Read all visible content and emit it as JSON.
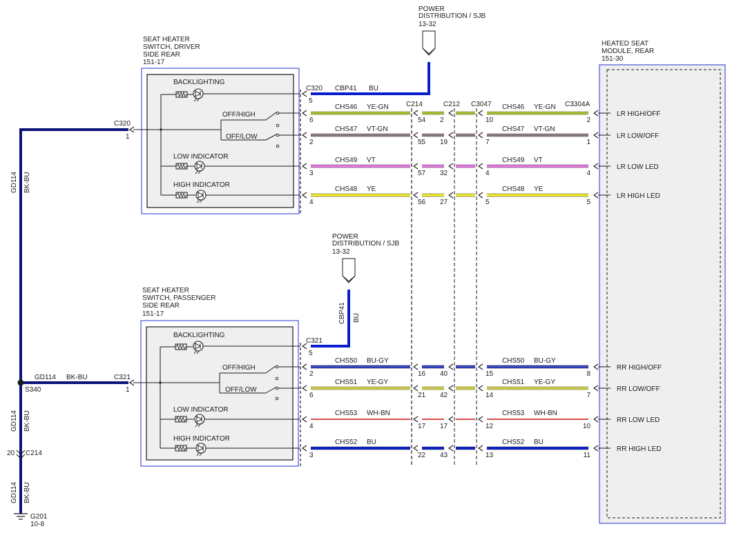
{
  "power_top": {
    "line1": "POWER",
    "line2": "DISTRIBUTION / SJB",
    "ref": "13-32"
  },
  "power_mid": {
    "line1": "POWER",
    "line2": "DISTRIBUTION / SJB",
    "ref": "13-32"
  },
  "module": {
    "line1": "HEATED SEAT",
    "line2": "MODULE, REAR",
    "ref": "151-30"
  },
  "driver_switch": {
    "line1": "SEAT HEATER",
    "line2": "SWITCH, DRIVER",
    "line3": "SIDE REAR",
    "ref": "151-17",
    "backlighting": "BACKLIGHTING",
    "off_high": "OFF/HIGH",
    "off_low": "OFF/LOW",
    "low_indicator": "LOW INDICATOR",
    "high_indicator": "HIGH INDICATOR"
  },
  "passenger_switch": {
    "line1": "SEAT HEATER",
    "line2": "SWITCH, PASSENGER",
    "line3": "SIDE REAR",
    "ref": "151-17",
    "backlighting": "BACKLIGHTING",
    "off_high": "OFF/HIGH",
    "off_low": "OFF/LOW",
    "low_indicator": "LOW INDICATOR",
    "high_indicator": "HIGH INDICATOR"
  },
  "ground": {
    "circuit": "GD114",
    "color": "BK-BU",
    "c320": "C320",
    "c320_pin": "1",
    "c321": "C321",
    "c321_pin": "1",
    "splice": "S340",
    "c214": "C214",
    "c214_pin": "20",
    "g201": "G201",
    "g201_ref": "10-8"
  },
  "connectors": {
    "c320": "C320",
    "c321": "C321",
    "c214": "C214",
    "c212": "C212",
    "c3047": "C3047",
    "c3304a": "C3304A"
  },
  "driver_wires": [
    {
      "circuit": "CBP41",
      "color": "BU",
      "pin": "5"
    },
    {
      "circuit": "CHS46",
      "color": "YE-GN",
      "pin": "6",
      "c214": "54",
      "c212": "2",
      "c3047": "10",
      "circuit2": "CHS46",
      "color2": "YE-GN",
      "end": "2",
      "module_label": "LR HIGH/OFF"
    },
    {
      "circuit": "CHS47",
      "color": "VT-GN",
      "pin": "2",
      "c214": "55",
      "c212": "19",
      "c3047": "7",
      "circuit2": "CHS47",
      "color2": "VT-GN",
      "end": "1",
      "module_label": "LR LOW/OFF"
    },
    {
      "circuit": "CHS49",
      "color": "VT",
      "pin": "3",
      "c214": "57",
      "c212": "32",
      "c3047": "4",
      "circuit2": "CHS49",
      "color2": "VT",
      "end": "4",
      "module_label": "LR LOW LED"
    },
    {
      "circuit": "CHS48",
      "color": "YE",
      "pin": "4",
      "c214": "56",
      "c212": "27",
      "c3047": "5",
      "circuit2": "CHS48",
      "color2": "YE",
      "end": "5",
      "module_label": "LR HIGH LED"
    }
  ],
  "passenger_wires": [
    {
      "circuit": "CBP41",
      "color": "BU",
      "pin": "5"
    },
    {
      "circuit": "CHS50",
      "color": "BU-GY",
      "pin": "2",
      "c214": "16",
      "c212": "40",
      "c3047": "15",
      "circuit2": "CHS50",
      "color2": "BU-GY",
      "end": "8",
      "module_label": "RR HIGH/OFF"
    },
    {
      "circuit": "CHS51",
      "color": "YE-GY",
      "pin": "6",
      "c214": "21",
      "c212": "42",
      "c3047": "14",
      "circuit2": "CHS51",
      "color2": "YE-GY",
      "end": "7",
      "module_label": "RR LOW/OFF"
    },
    {
      "circuit": "CHS53",
      "color": "WH-BN",
      "pin": "4",
      "c214": "17",
      "c212": "17",
      "c3047": "12",
      "circuit2": "CHS53",
      "color2": "WH-BN",
      "end": "10",
      "module_label": "RR LOW LED"
    },
    {
      "circuit": "CHS52",
      "color": "BU",
      "pin": "3",
      "c214": "22",
      "c212": "43",
      "c3047": "13",
      "circuit2": "CHS52",
      "color2": "BU",
      "end": "11",
      "module_label": "RR HIGH LED"
    }
  ],
  "colors": {
    "blue": "#0a1fcc",
    "navy": "#0a1478",
    "yellow": "#f2ee2a",
    "yellow_green": "#d7e23a",
    "violet": "#ea7ae6",
    "violet_green": "#b58ab0",
    "red": "#cc1111",
    "box": "#4a55d8",
    "panel": "#efefef"
  }
}
